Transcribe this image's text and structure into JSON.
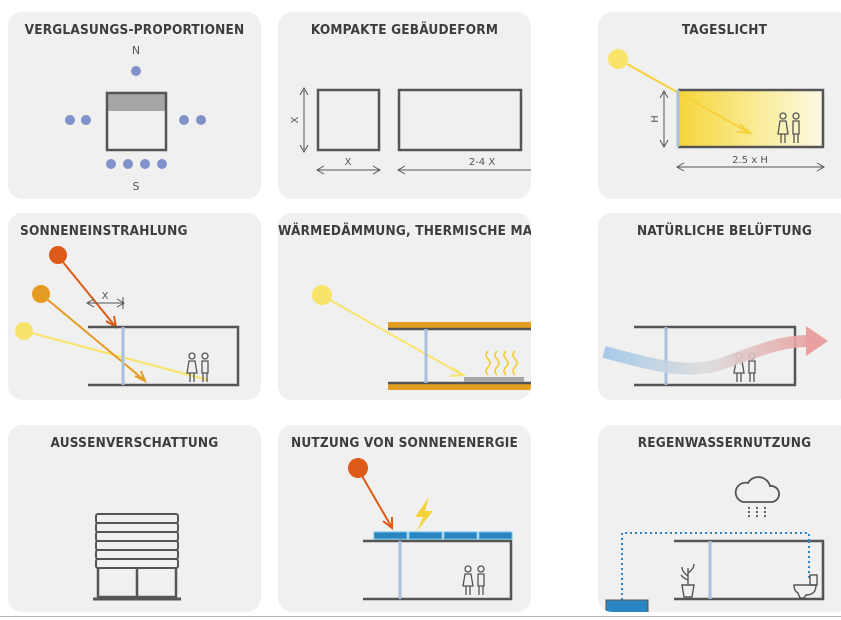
{
  "tiles": [
    {
      "title": "VERGLASUNGS-PROPORTIONEN",
      "compass_north": "N",
      "compass_south": "S"
    },
    {
      "title": "KOMPAKTE GEBÄUDEFORM",
      "side_label": "X",
      "width_label": "X",
      "long_label": "2-4 X"
    },
    {
      "title": "TAGESLICHT",
      "height_label": "H",
      "depth_label": "2.5 x H"
    },
    {
      "title": "SONNENEINSTRAHLUNG",
      "overhang_label": "X"
    },
    {
      "title": "WÄRMEDÄMMUNG, THERMISCHE MASSE"
    },
    {
      "title": "NATÜRLICHE BELÜFTUNG"
    },
    {
      "title": "AUSSENVERSCHATTUNG"
    },
    {
      "title": "NUTZUNG VON SONNENENERGIE"
    },
    {
      "title": "REGENWASSERNUTZUNG"
    }
  ],
  "colors": {
    "tile_background": "#f0f0f0",
    "line": "#555555",
    "dot": "#7f92c9",
    "sun_yellow": "#f8e46a",
    "sun_orange": "#e59b22",
    "sun_red": "#dd5a18",
    "insulation": "#e3a01f",
    "glass": "#a7c0e0",
    "water_blue": "#2a85c3",
    "air_cold": "#9fc6e8",
    "air_warm": "#e8a0a0"
  }
}
